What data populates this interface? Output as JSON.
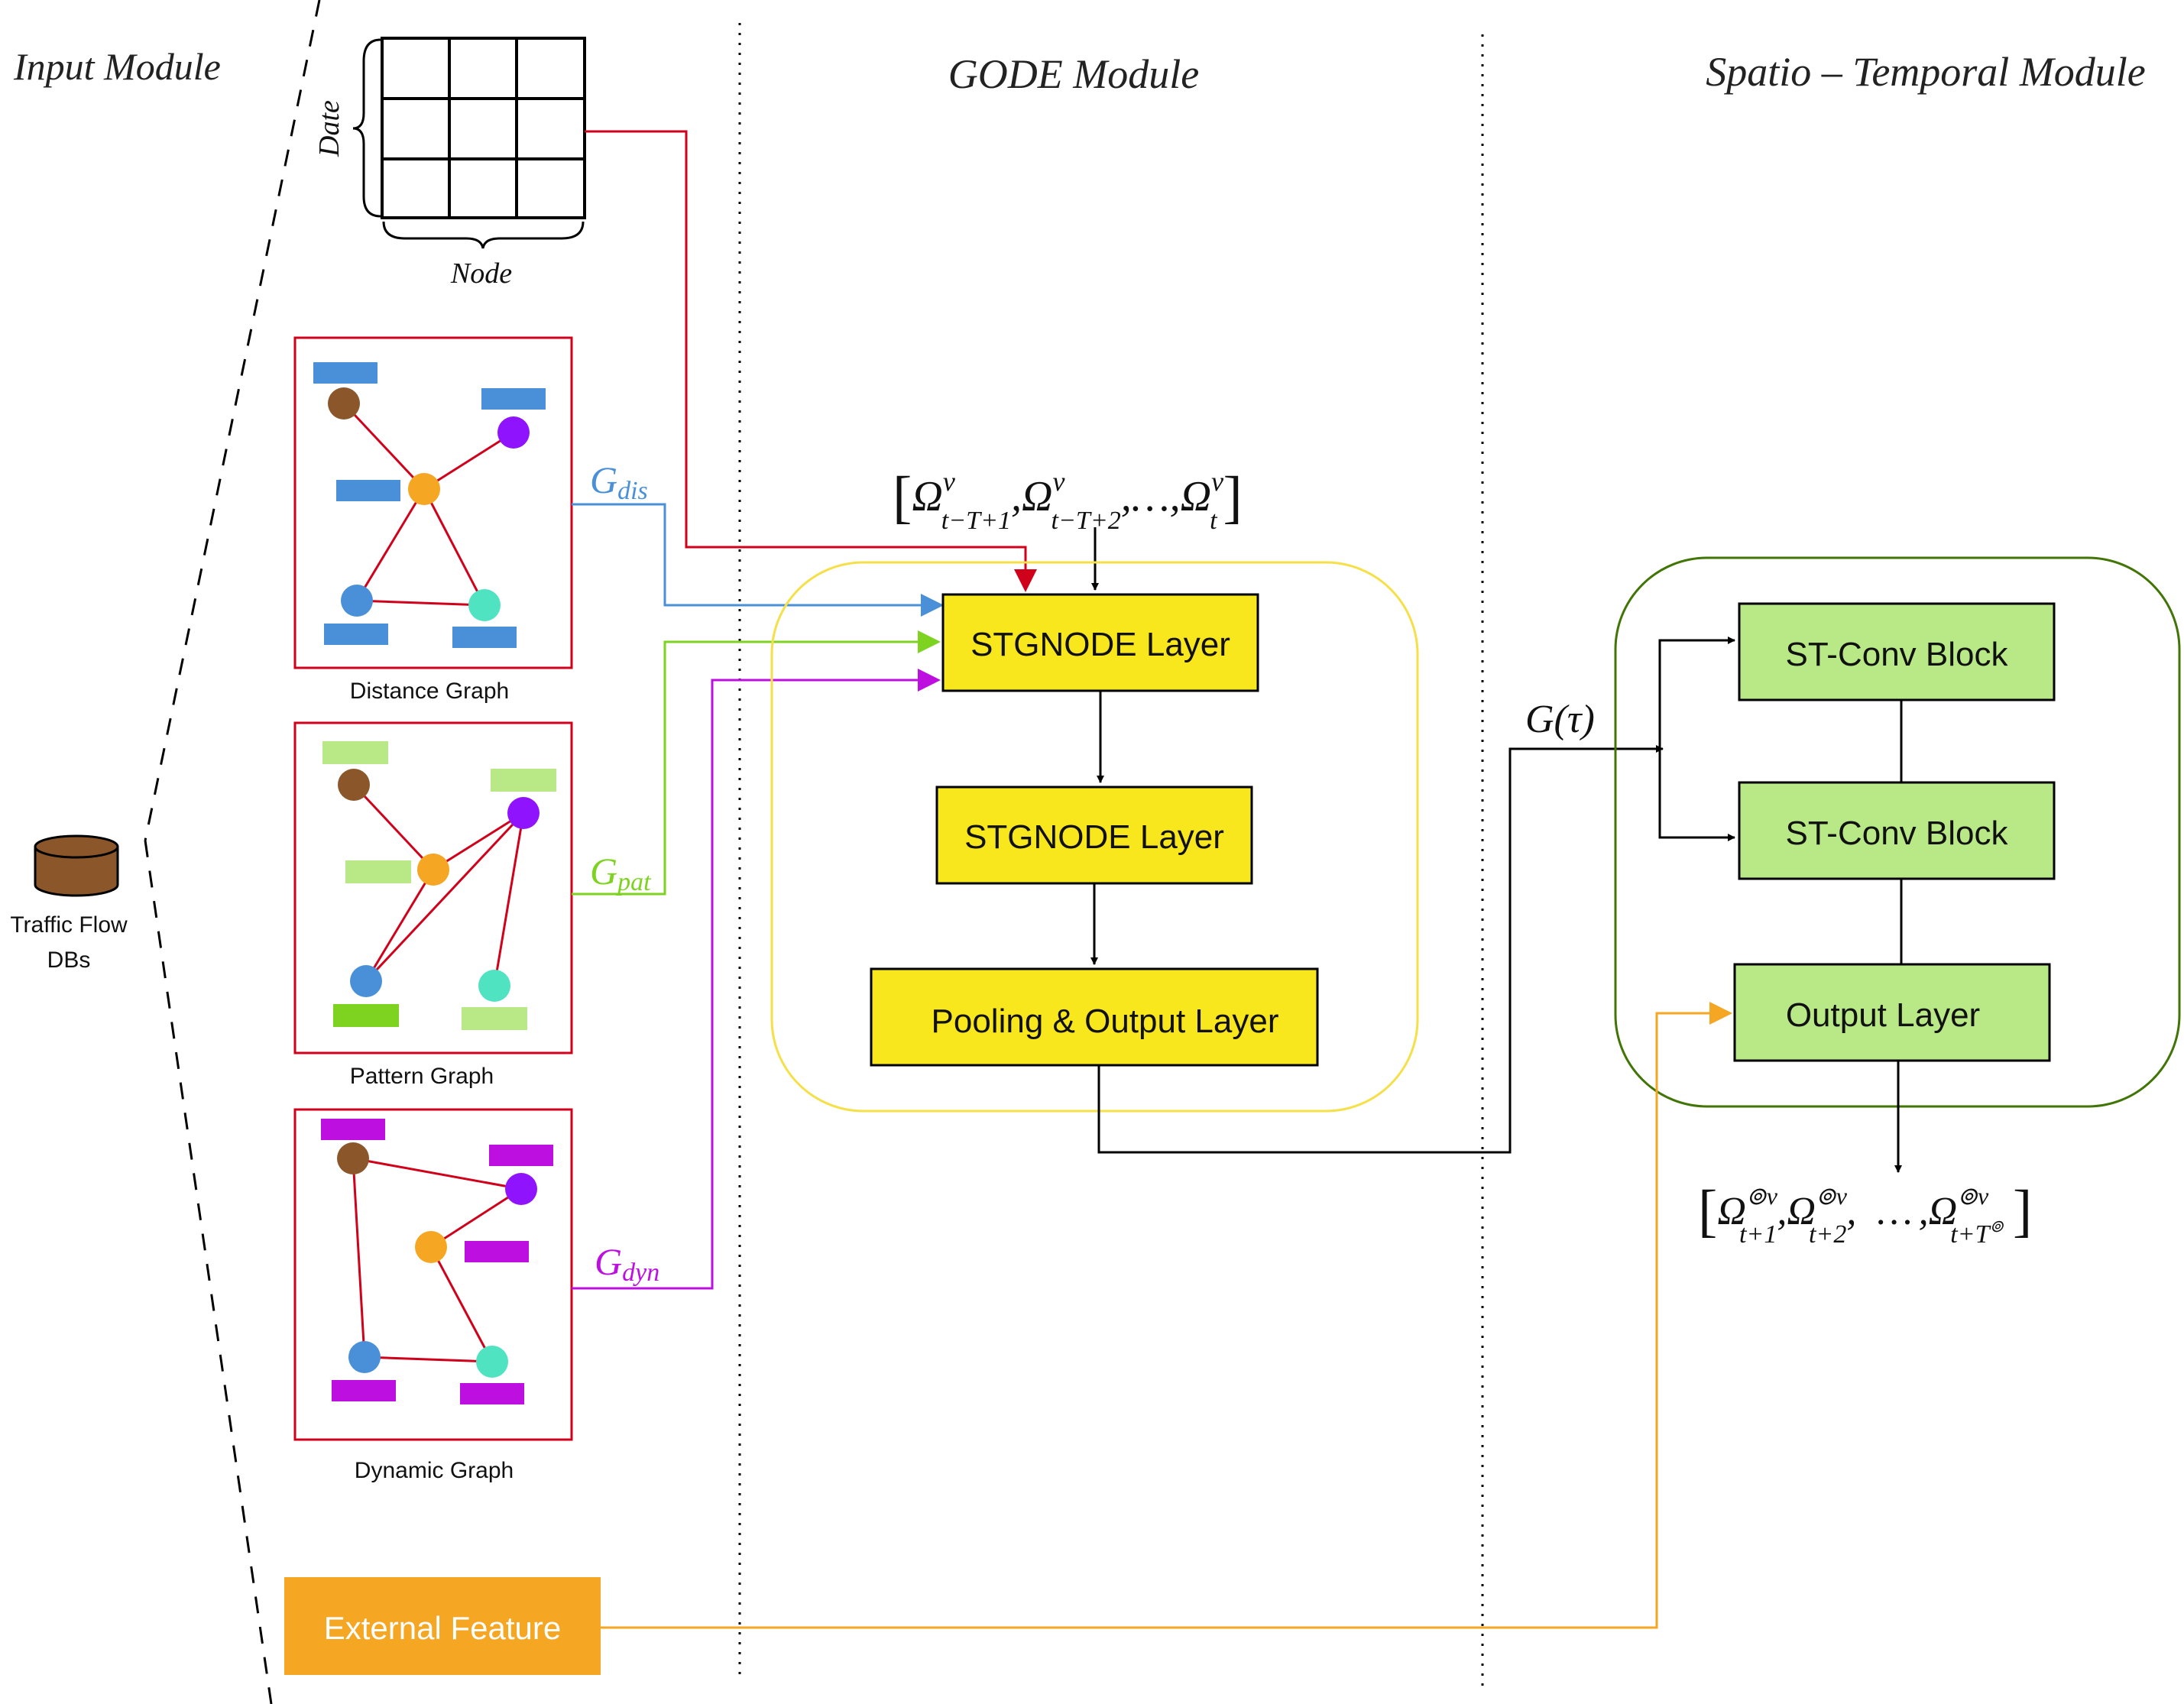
{
  "modules": {
    "input": "Input Module",
    "gode": "GODE Module",
    "spatio_temporal": "Spatio – Temporal Module"
  },
  "database": {
    "label_line1": "Traffic Flow",
    "label_line2": "DBs"
  },
  "matrix": {
    "row_label": "Date",
    "col_label": "Node"
  },
  "graphs": {
    "distance": {
      "caption": "Distance Graph",
      "symbol": "G",
      "subscript": "dis",
      "color": "#4a90d9"
    },
    "pattern": {
      "caption": "Pattern Graph",
      "symbol": "G",
      "subscript": "pat",
      "color": "#7ed321"
    },
    "dynamic": {
      "caption": "Dynamic Graph",
      "symbol": "G",
      "subscript": "dyn",
      "color": "#bd10e0"
    }
  },
  "gode": {
    "layer1": "STGNODE Layer",
    "layer2": "STGNODE Layer",
    "output": "Pooling & Output Layer",
    "fill_color": "#f8e71c",
    "border_color": "#f5e04a"
  },
  "input_seq": {
    "omega": "Ω",
    "sup": "v",
    "sub1": "t−T+1",
    "sub2": "t−T+2",
    "sep": ",…,",
    "sub3": "t"
  },
  "graph_tau": "G(τ)",
  "st": {
    "block1": "ST-Conv Block",
    "block2": "ST-Conv Block",
    "output": "Output Layer",
    "fill_color": "#b8e986",
    "border_color": "#417505"
  },
  "output_seq": {
    "omega": "Ω",
    "sup": "⊚v",
    "sub1": "t+1",
    "sub2": "t+2",
    "dots": "…",
    "sub3": "t+T",
    "sub3_sup": "⊚"
  },
  "external": {
    "label": "External Feature",
    "color": "#f5a623"
  },
  "colors": {
    "red_line": "#d0021b",
    "node_brown": "#8b572a",
    "node_purple": "#9013fe",
    "node_orange": "#f5a623",
    "node_blue": "#4a90d9",
    "node_teal": "#50e3c2",
    "rect_blue": "#4a90d9",
    "rect_green_light": "#b8e986",
    "rect_green": "#7ed321",
    "rect_magenta": "#bd10e0"
  }
}
